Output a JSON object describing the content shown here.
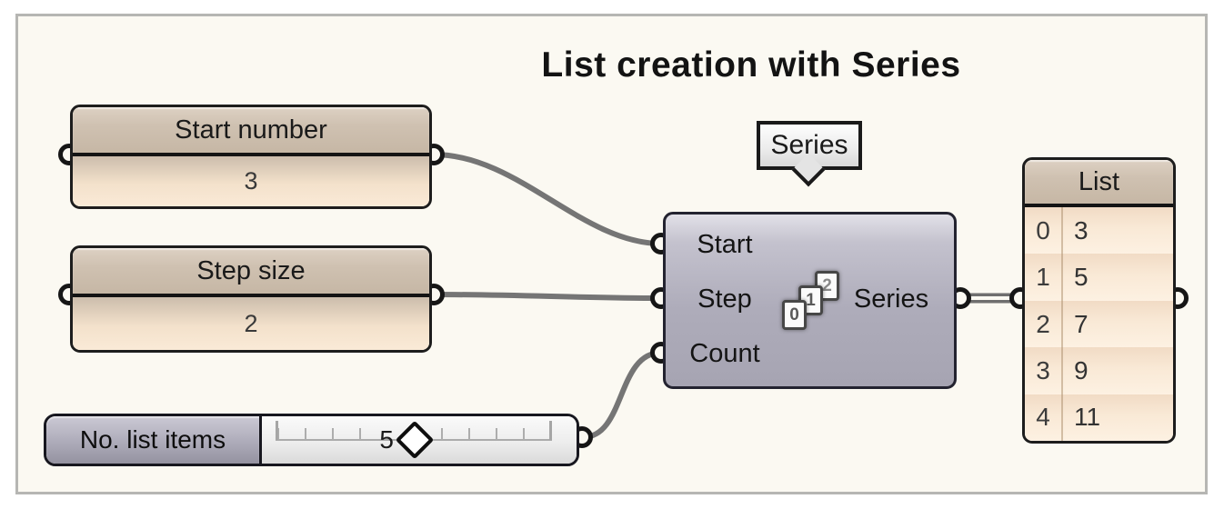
{
  "title": "List creation with Series",
  "tooltip": {
    "label": "Series"
  },
  "panels": {
    "start_number": {
      "title": "Start number",
      "value": "3"
    },
    "step_size": {
      "title": "Step size",
      "value": "2"
    }
  },
  "series": {
    "inputs": {
      "start": "Start",
      "step": "Step",
      "count": "Count"
    },
    "output": "Series",
    "icon": {
      "name": "series-icon",
      "digits": {
        "d0": "0",
        "d1": "1",
        "d2": "2"
      }
    }
  },
  "slider": {
    "label": "No. list items",
    "value": "5"
  },
  "list": {
    "title": "List",
    "rows": [
      {
        "index": "0",
        "value": "3"
      },
      {
        "index": "1",
        "value": "5"
      },
      {
        "index": "2",
        "value": "7"
      },
      {
        "index": "3",
        "value": "9"
      },
      {
        "index": "4",
        "value": "11"
      }
    ]
  },
  "colors": {
    "canvas_bg": "#fbf9f2",
    "frame_border": "#b6b6b3",
    "capsule_border": "#1d1d1d",
    "panel_header": "#cfc1b1",
    "panel_body": "#faead7",
    "series_body": "#aeacba",
    "slider_label_bg": "#b0aebc",
    "wire": "#757575",
    "text": "#1a1a1a"
  }
}
